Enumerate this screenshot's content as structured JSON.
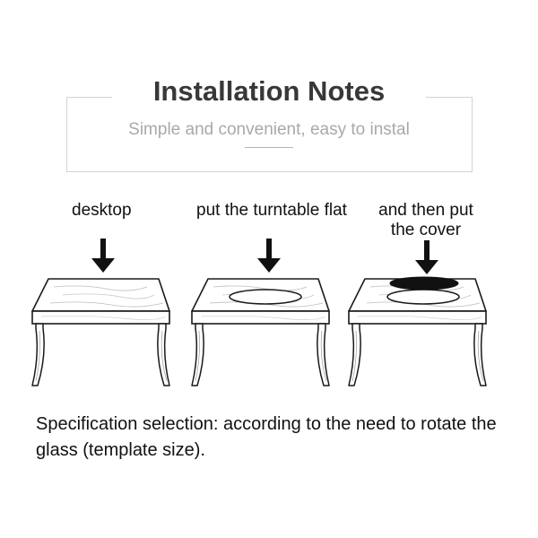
{
  "header": {
    "title": "Installation Notes",
    "subtitle": "Simple and convenient, easy to instal"
  },
  "steps": [
    {
      "caption": "desktop"
    },
    {
      "caption": "put the turntable flat"
    },
    {
      "caption": "and then put the cover"
    }
  ],
  "footer": {
    "text": "Specification selection: according to the need to rotate the glass (template size)."
  },
  "colors": {
    "title": "#383838",
    "subtitle": "#a9a9a9",
    "frame": "#d4d4d4",
    "line_art": "#1a1a1a",
    "cover_fill": "#111111"
  },
  "icons": [
    "arrow-down-icon",
    "table-icon",
    "turntable-icon",
    "cover-icon"
  ]
}
